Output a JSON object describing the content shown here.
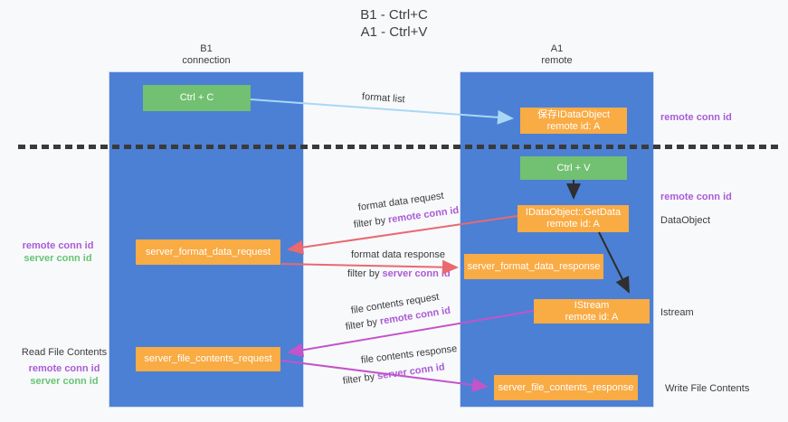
{
  "title": {
    "line1": "B1 - Ctrl+C",
    "line2": "A1 - Ctrl+V"
  },
  "lanes": {
    "left": {
      "title": "B1",
      "subtitle": "connection"
    },
    "right": {
      "title": "A1",
      "subtitle": "remote"
    }
  },
  "nodes": {
    "ctrl_c": {
      "label": "Ctrl + C"
    },
    "ctrl_v": {
      "label": "Ctrl + V"
    },
    "save_dataobject": {
      "line1": "保存IDataObject",
      "line2": "remote id: A"
    },
    "getdata": {
      "line1": "IDataObject::GetData",
      "line2": "remote id: A"
    },
    "istream": {
      "line1": "IStream",
      "line2": "remote id: A"
    },
    "server_format_data_request": {
      "label": "server_format_data_request"
    },
    "server_format_data_response": {
      "label": "server_format_data_response"
    },
    "server_file_contents_request": {
      "label": "server_file_contents_request"
    },
    "server_file_contents_response": {
      "label": "server_file_contents_response"
    }
  },
  "side_labels": {
    "right_remote_conn_id_top": "remote conn id",
    "right_remote_conn_id_mid": "remote conn id",
    "dataobject": "DataObject",
    "istream": "Istream",
    "write_file_contents": "Write File Contents",
    "left_remote_conn_id_top": "remote conn id",
    "left_server_conn_id_top": "server conn id",
    "read_file_contents": "Read File Contents",
    "left_remote_conn_id_bottom": "remote conn id",
    "left_server_conn_id_bottom": "server conn id"
  },
  "flow_labels": {
    "format_list": "format list",
    "format_data_request": "format data request",
    "format_data_response": "format data response",
    "file_contents_request": "file contents request",
    "file_contents_response": "file contents response",
    "filter_by": "filter by",
    "remote_conn_id": "remote conn id",
    "server_conn_id": "server conn id"
  },
  "colors": {
    "lane_blue": "#4b80d5",
    "node_green": "#72c071",
    "node_orange": "#f9ab44",
    "arrow_blue": "#a9d7f5",
    "arrow_black": "#2f2f2f",
    "arrow_red": "#e9696f",
    "arrow_magenta": "#c354c9",
    "text_purple": "#ab5bd6",
    "text_green": "#66c573"
  }
}
